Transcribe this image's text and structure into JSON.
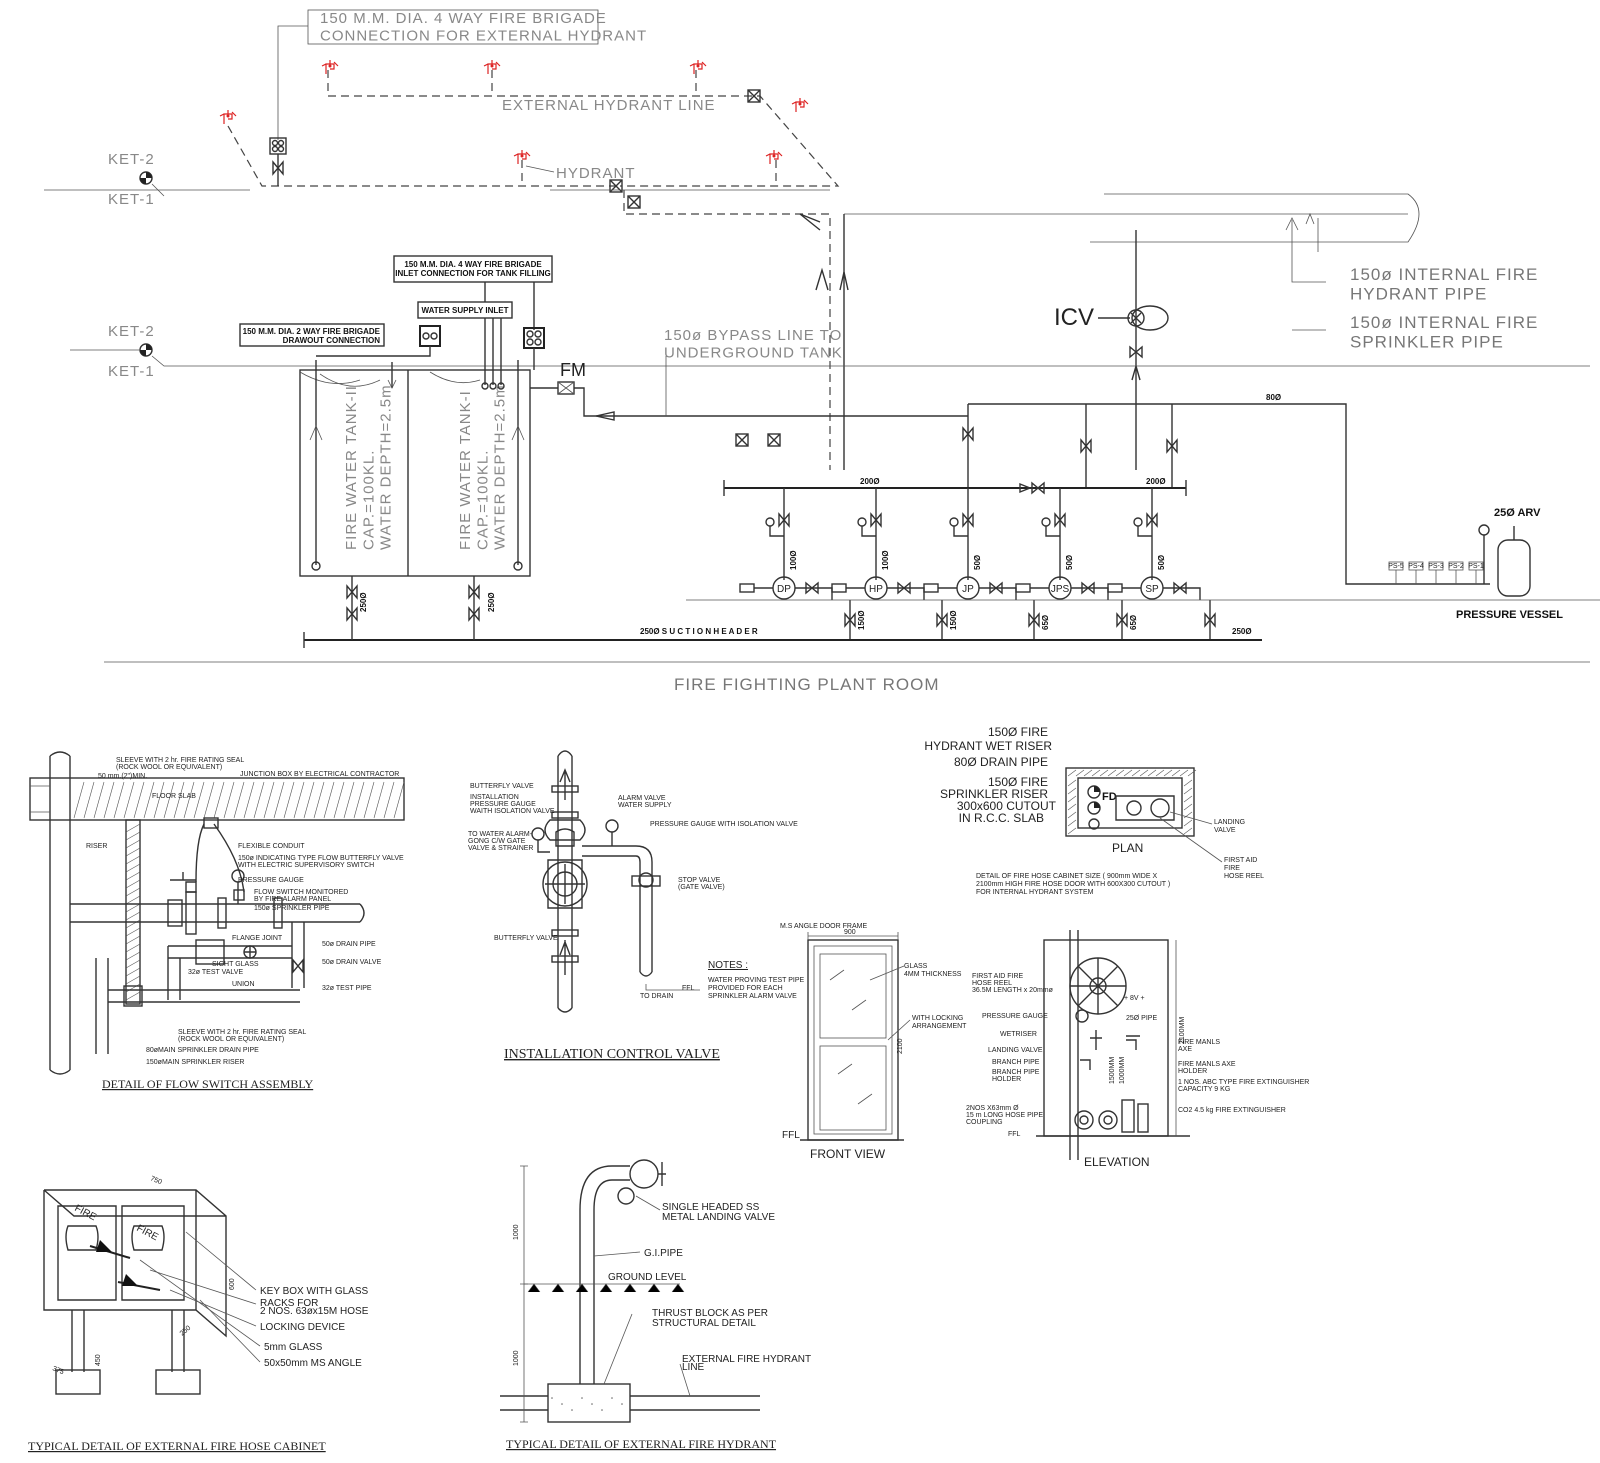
{
  "plant": {
    "fb_external_connection": "150 M.M. DIA. 4 WAY FIRE BRIGADE\nCONNECTION FOR EXTERNAL HYDRANT",
    "external_hydrant_line": "EXTERNAL HYDRANT LINE",
    "hydrant": "HYDRANT",
    "ket2_top": "KET-2",
    "ket1_top": "KET-1",
    "ket2_mid": "KET-2",
    "ket1_mid": "KET-1",
    "fb_tank_inlet": "150 M.M. DIA. 4 WAY FIRE BRIGADE\nINLET CONNECTION FOR TANK FILLING",
    "water_supply_inlet": "WATER SUPPLY INLET",
    "fb_drawout": "150 M.M. DIA. 2 WAY FIRE BRIGADE\nDRAWOUT CONNECTION",
    "fm": "FM",
    "bypass_line": "150ø BYPASS LINE TO\nUNDERGROUND TANK",
    "icv": "ICV",
    "internal_hydrant_pipe": "150ø INTERNAL FIRE\nHYDRANT PIPE",
    "internal_sprinkler_pipe": "150ø INTERNAL FIRE\nSPRINKLER PIPE",
    "tank2": "FIRE WATER TANK-II\nCAP.=100KL.\nWATER DEPTH=2.5m",
    "tank1": "FIRE WATER TANK-I\nCAP.=100KL.\nWATER DEPTH=2.5m",
    "size_80": "80Ø",
    "size_200a": "200Ø",
    "size_200b": "200Ø",
    "size_250a": "250Ø",
    "size_250b": "250Ø",
    "size_250c": "250Ø",
    "suction_header": "250Ø S U C T I O N  H E A D E R",
    "pumps": [
      "DP",
      "HP",
      "JP",
      "JPS",
      "SP"
    ],
    "pump_sizes": [
      "100Ø",
      "100Ø",
      "50Ø",
      "50Ø",
      "50Ø"
    ],
    "suction_sizes": [
      "150Ø",
      "150Ø",
      "65Ø",
      "65Ø"
    ],
    "pressure_switches": [
      "PS-5",
      "PS-4",
      "PS-3",
      "PS-2",
      "PS-1"
    ],
    "arv": "25Ø ARV",
    "pressure_vessel": "PRESSURE VESSEL",
    "plant_room": "FIRE FIGHTING PLANT ROOM"
  },
  "flow_switch": {
    "title": "DETAIL OF FLOW SWITCH ASSEMBLY",
    "labels": [
      "SLEEVE WITH 2 hr. FIRE RATING SEAL",
      "(ROCK WOOL OR EQUIVALENT)",
      "50  mm.(2\")MIN.",
      "JUNCTION BOX BY ELECTRICAL CONTRACTOR",
      "FLOOR SLAB",
      "RISER",
      "FLEXIBLE CONDUIT",
      "150ø INDICATING TYPE FLOW BUTTERFLY VALVE",
      "WITH ELECTRIC SUPERVISORY SWITCH",
      "PRESSURE GAUGE",
      "FLOW SWITCH MONITORED",
      "BY FIRE ALARM PANEL",
      "150ø SPRINKLER PIPE",
      "FLANGE JOINT",
      "50ø DRAIN PIPE",
      "SIGHT GLASS",
      "50ø DRAIN VALVE",
      "32ø TEST VALVE",
      "UNION",
      "32ø TEST PIPE",
      "SLEEVE WITH 2 hr. FIRE RATING SEAL",
      "(ROCK WOOL OR EQUIVALENT)",
      "80øMAIN SPRINKLER DRAIN PIPE",
      "150øMAIN SPRINKLER RISER"
    ]
  },
  "icv_detail": {
    "title": "INSTALLATION CONTROL VALVE",
    "labels": [
      "BUTTERFLY VALVE",
      "INSTALLATION",
      "PRESSURE GAUGE",
      "WAITH ISOLATION VALVE",
      "ALARM VALVE",
      "WATER SUPPLY",
      "PRESSURE GAUGE WITH ISOLATION VALVE",
      "TO WATER ALARM-",
      "GONG C/W GATE",
      "VALVE & STRAINER",
      "STOP VALVE",
      "(GATE VALVE)",
      "BUTTERFLY VALVE",
      "TO DRAIN",
      "FFL"
    ],
    "notes_title": "NOTES :",
    "notes": "WATER PROVING TEST PIPE\nPROVIDED FOR EACH\nSPRINKLER ALARM VALVE"
  },
  "cabinet_plan": {
    "labels": [
      "150Ø FIRE",
      "HYDRANT WET RISER",
      "80Ø DRAIN PIPE",
      "150Ø FIRE",
      "SPRINKLER RISER",
      "300x600 CUTOUT",
      "IN R.C.C. SLAB"
    ],
    "fd": "FD",
    "plan": "PLAN",
    "landing_valve": "LANDING\nVALVE",
    "first_aid": "FIRST AID\nFIRE\nHOSE REEL",
    "desc": "DETAIL OF FIRE HOSE CABINET SIZE (        900mm WIDE X\n2100mm HIGH FIRE HOSE DOOR WITH 600X300 CUTOUT )\nFOR INTERNAL HYDRANT SYSTEM"
  },
  "front_view": {
    "title": "FRONT VIEW",
    "door_frame": "M.S ANGLE DOOR FRAME",
    "width": "900",
    "glass": "GLASS\n4MM THICKNESS",
    "locking": "WITH LOCKING\nARRANGEMENT",
    "height": "2100",
    "ffl": "FFL"
  },
  "elevation": {
    "title": "ELEVATION",
    "labels": [
      "FIRST AID FIRE",
      "HOSE REEL",
      "36.5M LENGTH x 20mmø",
      "PRESSURE GAUGE",
      "WETRISER",
      "LANDING VALVE",
      "BRANCH PIPE",
      "BRANCH PIPE",
      "HOLDER",
      "2NOS X63mm Ø",
      "15 m LONG HOSE PIPE",
      "COUPLING",
      "FFL"
    ],
    "right_labels": [
      "FIRE MANLS",
      "AXE",
      "FIRE MANLS AXE",
      "HOLDER",
      "1 NOS. ABC TYPE FIRE EXTINGUISHER",
      "CAPACITY 9 KG",
      "CO2  4.5 kg FIRE EXTINGUISHER"
    ],
    "height": "2100MM",
    "dim1": "1500MM",
    "dim2": "1000MM",
    "pipe": "25Ø PIPE",
    "v": "+ 8V +"
  },
  "ext_cabinet": {
    "title": "TYPICAL DETAIL OF EXTERNAL FIRE HOSE CABINET",
    "fire1": "FIRE",
    "fire2": "FIRE",
    "dim_750": "750",
    "dim_600": "600",
    "dim_450": "450",
    "dim_250": "250",
    "dim_375": "375",
    "labels": [
      "KEY BOX WITH GLASS",
      "RACKS FOR",
      "2 NOS. 63øx15M HOSE",
      "LOCKING DEVICE",
      "5mm  GLASS",
      "50x50mm  MS  ANGLE"
    ]
  },
  "ext_hydrant": {
    "title": "TYPICAL DETAIL OF EXTERNAL FIRE HYDRANT",
    "labels": [
      "SINGLE  HEADED  SS",
      "METAL  LANDING  VALVE",
      "G.I.PIPE",
      "GROUND  LEVEL",
      "THRUST  BLOCK  AS  PER",
      "STRUCTURAL  DETAIL",
      "EXTERNAL  FIRE  HYDRANT",
      "LINE"
    ],
    "dim1": "1000",
    "dim2": "1000"
  }
}
